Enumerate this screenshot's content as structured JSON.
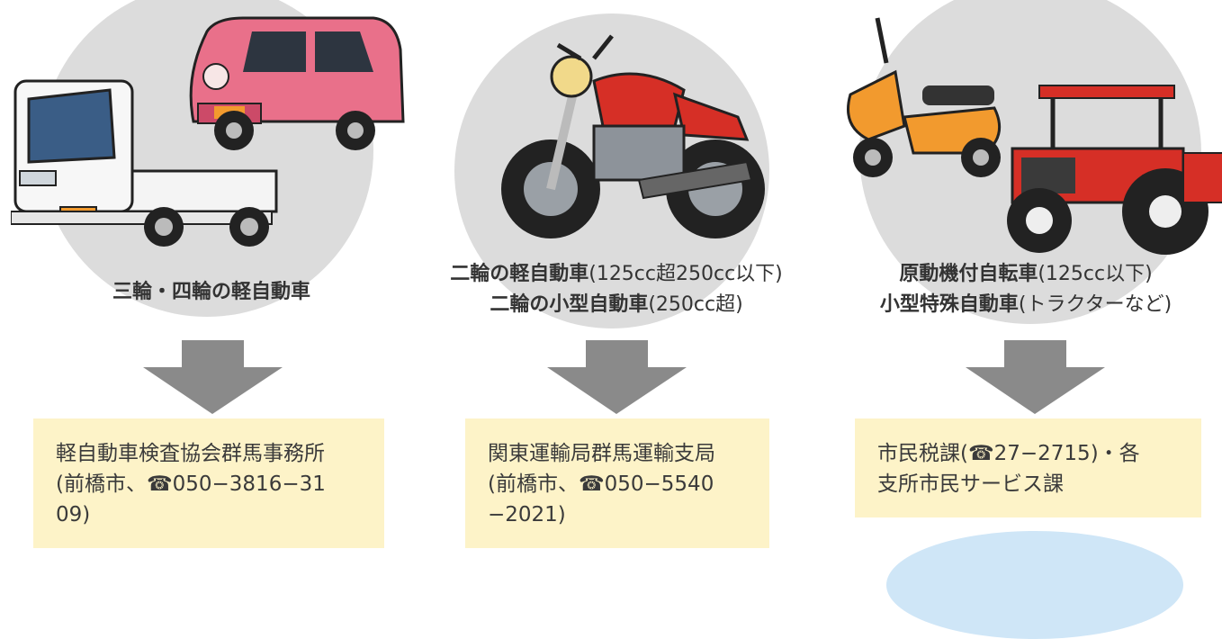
{
  "columns": [
    {
      "id": "kei",
      "caption_bold": "三輪・四輪の軽自動車",
      "office_lines": [
        "軽自動車検査協会群馬事務所",
        "(前橋市、☎050−3816−31",
        "09)"
      ]
    },
    {
      "id": "moto",
      "caption1_bold": "二輪の軽自動車",
      "caption1_note": "(125cc超250cc以下)",
      "caption2_bold": "二輪の小型自動車",
      "caption2_note": "(250cc超)",
      "office_lines": [
        "関東運輸局群馬運輸支局",
        "(前橋市、☎050−5540",
        "−2021)"
      ]
    },
    {
      "id": "moped",
      "caption1_bold": "原動機付自転車",
      "caption1_note": "(125cc以下)",
      "caption2_bold": "小型特殊自動車",
      "caption2_note": "(トラクターなど)",
      "office_lines": [
        "市民税課(☎27−2715)・各",
        "支所市民サービス課"
      ]
    }
  ],
  "colors": {
    "circle": "#dcdcdc",
    "arrow": "#8a8a8a",
    "box": "#fdf3c8",
    "accent_blue": "#cfe6f7"
  },
  "icons": [
    "kei-truck-icon",
    "pink-car-icon",
    "motorcycle-icon",
    "scooter-icon",
    "tractor-icon",
    "down-arrow-icon"
  ]
}
